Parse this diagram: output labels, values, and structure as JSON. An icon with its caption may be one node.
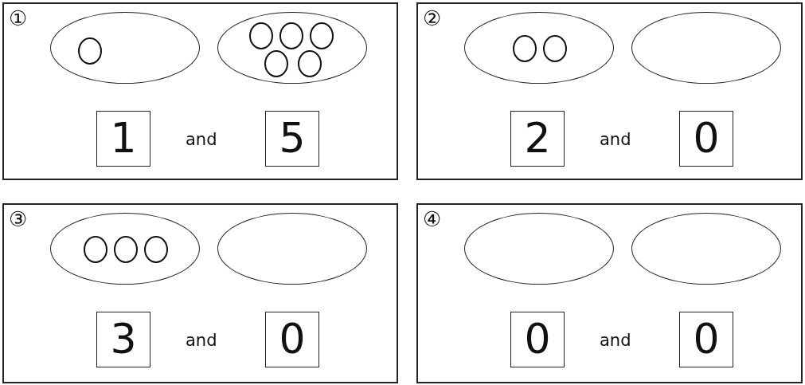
{
  "diagram": {
    "nodes": [
      {
        "text": [
          "①",
          "and"
        ]
      },
      {
        "text": [],
        "shape": "ellipse",
        "in": 0
      },
      {
        "text": [],
        "shape": "circle",
        "in": 1
      },
      {
        "text": [],
        "shape": "ellipse",
        "in": 0
      },
      {
        "text": [],
        "shape": "circle",
        "in": 3
      },
      {
        "text": [],
        "shape": "circle",
        "in": 3
      },
      {
        "text": [],
        "shape": "circle",
        "in": 3
      },
      {
        "text": [],
        "shape": "circle",
        "in": 3
      },
      {
        "text": [],
        "shape": "circle",
        "in": 3
      },
      {
        "text": [
          "1"
        ],
        "in": 0
      },
      {
        "text": [
          "5"
        ],
        "in": 0
      },
      {
        "text": [
          "②",
          "and"
        ]
      },
      {
        "text": [],
        "shape": "ellipse",
        "in": 11
      },
      {
        "text": [],
        "shape": "circle",
        "in": 12
      },
      {
        "text": [],
        "shape": "circle",
        "in": 12
      },
      {
        "text": [],
        "shape": "ellipse",
        "in": 11
      },
      {
        "text": [
          "2"
        ],
        "in": 11
      },
      {
        "text": [
          "0"
        ],
        "in": 11
      },
      {
        "text": [
          "③",
          "and"
        ]
      },
      {
        "text": [],
        "shape": "ellipse",
        "in": 18
      },
      {
        "text": [],
        "shape": "circle",
        "in": 19
      },
      {
        "text": [],
        "shape": "circle",
        "in": 19
      },
      {
        "text": [],
        "shape": "circle",
        "in": 19
      },
      {
        "text": [],
        "shape": "ellipse",
        "in": 18
      },
      {
        "text": [
          "3"
        ],
        "in": 18
      },
      {
        "text": [
          "0"
        ],
        "in": 18
      },
      {
        "text": [
          "④",
          "and"
        ]
      },
      {
        "text": [],
        "shape": "ellipse",
        "in": 26
      },
      {
        "text": [],
        "shape": "ellipse",
        "in": 26
      },
      {
        "text": [
          "0"
        ],
        "in": 26
      },
      {
        "text": [
          "0"
        ],
        "in": 26
      }
    ],
    "edges": []
  }
}
